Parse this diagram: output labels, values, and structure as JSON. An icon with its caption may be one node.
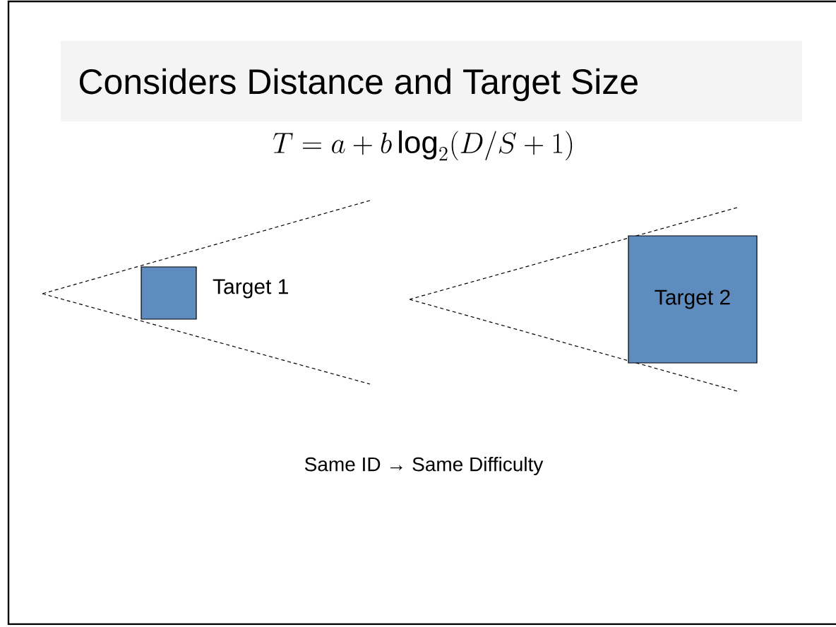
{
  "diagram": {
    "title": "Considers Distance and Target Size",
    "nodes": [
      {
        "text": [],
        "shape": "box",
        "beside": [
          "Target 1"
        ]
      },
      {
        "text": [
          "Target 2"
        ]
      }
    ],
    "labels": [
      "T = a + b\\log_2(D/S+1)",
      "Same ID → Same Difficulty"
    ]
  }
}
